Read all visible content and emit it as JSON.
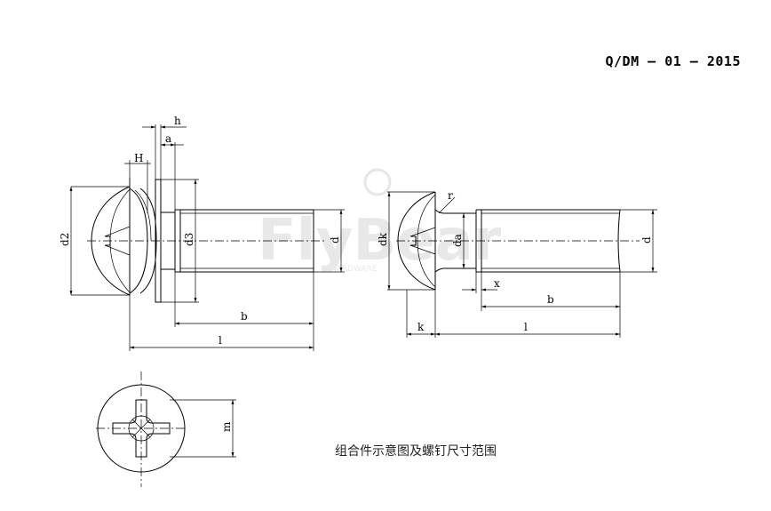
{
  "header": {
    "doc_code": "Q/DM – 01 – 2015"
  },
  "caption": "组合件示意图及螺钉尺寸范围",
  "watermark": {
    "brand": "FlyBear",
    "sub": "HARDWARE"
  },
  "dims": {
    "h": "h",
    "a": "a",
    "H": "H",
    "d2": "d2",
    "d3": "d3",
    "d": "d",
    "b": "b",
    "l": "l",
    "dk": "dk",
    "da": "da",
    "r": "r",
    "x": "x",
    "k": "k",
    "m": "m"
  }
}
